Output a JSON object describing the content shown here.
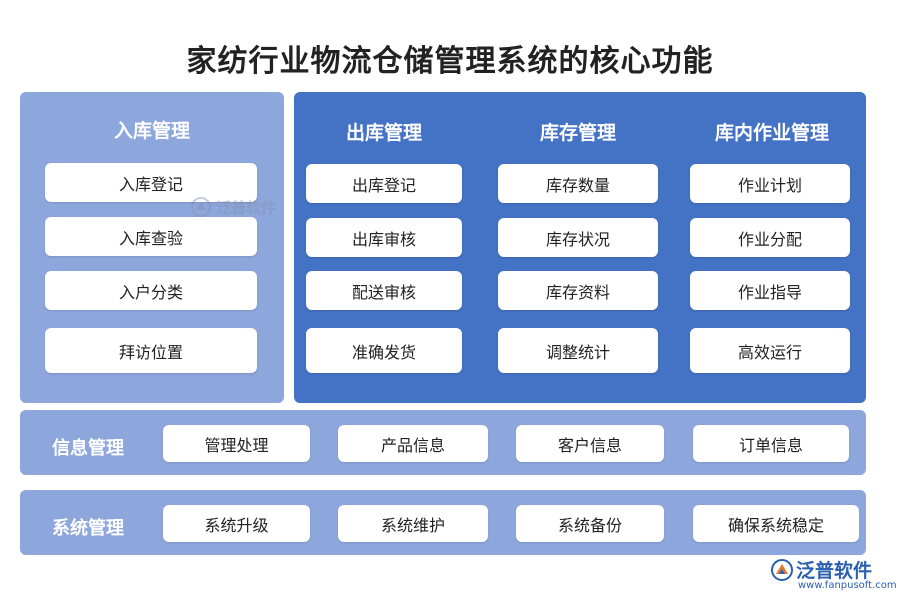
{
  "title": "家纺行业物流仓储管理系统的核心功能",
  "inbound": {
    "heading": "入库管理",
    "items": [
      "入库登记",
      "入库查验",
      "入户分类",
      "拜访位置"
    ]
  },
  "columns": [
    {
      "heading": "出库管理",
      "items": [
        "出库登记",
        "出库审核",
        "配送审核",
        "准确发货"
      ]
    },
    {
      "heading": "库存管理",
      "items": [
        "库存数量",
        "库存状况",
        "库存资料",
        "调整统计"
      ]
    },
    {
      "heading": "库内作业管理",
      "items": [
        "作业计划",
        "作业分配",
        "作业指导",
        "高效运行"
      ]
    }
  ],
  "info_row": {
    "label": "信息管理",
    "items": [
      "管理处理",
      "产品信息",
      "客户信息",
      "订单信息"
    ]
  },
  "system_row": {
    "label": "系统管理",
    "items": [
      "系统升级",
      "系统维护",
      "系统备份",
      "确保系统稳定"
    ]
  },
  "watermark": {
    "text": "泛普软件",
    "icon": "fanpu-logo-icon"
  },
  "logo": {
    "text": "泛普软件",
    "url": "www.fanpusoft.com",
    "icon": "fanpu-logo-icon"
  },
  "colors": {
    "light_panel": "#8da6dc",
    "dark_panel": "#4472c4",
    "title": "#222222"
  }
}
